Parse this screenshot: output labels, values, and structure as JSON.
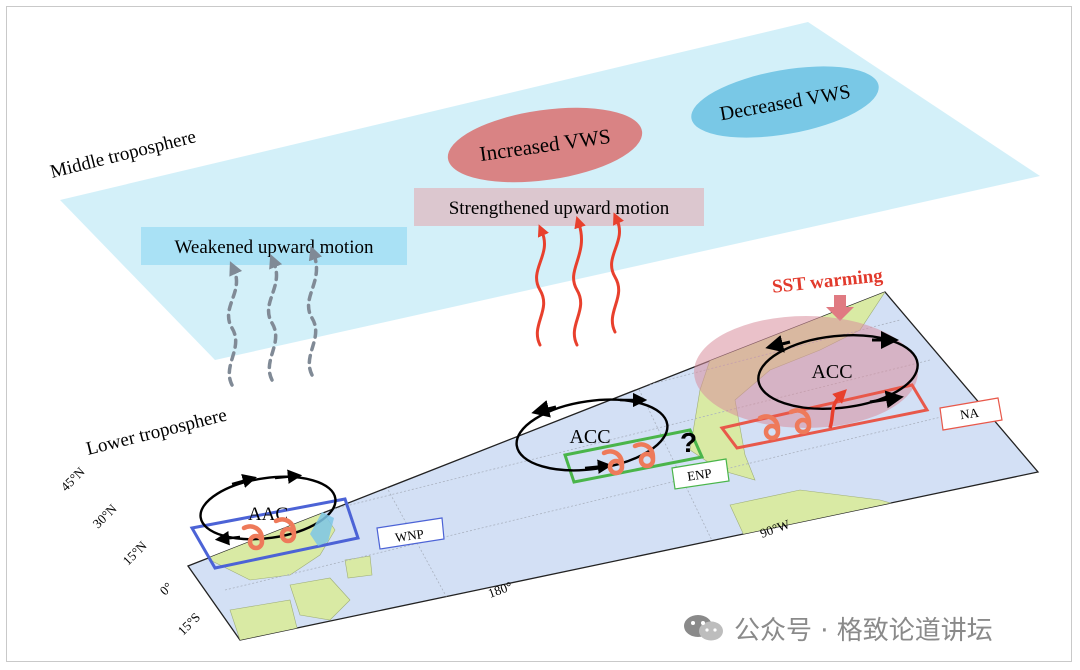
{
  "layers": {
    "middle": "Middle troposphere",
    "lower": "Lower troposphere"
  },
  "vws": {
    "increased": "Increased VWS",
    "decreased": "Decreased VWS"
  },
  "motion": {
    "strengthened": "Strengthened upward motion",
    "weakened": "Weakened upward motion"
  },
  "sst": "SST warming",
  "circulations": {
    "wnp": "AAC",
    "enp": "ACC",
    "na": "ACC"
  },
  "basins": {
    "wnp": "WNP",
    "enp": "ENP",
    "na": "NA"
  },
  "question_mark": "?",
  "lat_labels": [
    "45°N",
    "30°N",
    "15°N",
    "0°",
    "15°S"
  ],
  "lon_labels": [
    "180°",
    "90°W"
  ],
  "watermark": "公众号 · 格致论道讲坛",
  "colors": {
    "mid_plane": "#cfeff8",
    "map_ocean": "#d3e0f5",
    "land": "#d9eaa4",
    "increased_vws": "#d98384",
    "decreased_vws": "#79c8e6",
    "strong_arrow": "#e8402d",
    "weak_arrow": "#808a96",
    "wnp_box": "#4c63d6",
    "enp_box": "#4ab54a",
    "na_box": "#e8584a",
    "cyclone": "#ee7a5a",
    "sst_text": "#e23a2c"
  }
}
